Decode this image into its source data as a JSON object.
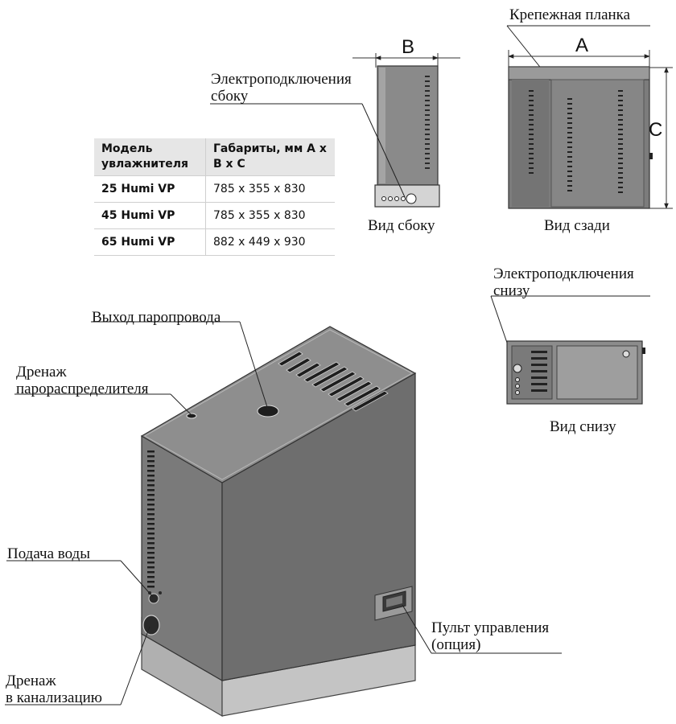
{
  "table": {
    "headers": [
      "Модель увлажнителя",
      "Габариты, мм А х В х С"
    ],
    "rows": [
      {
        "model": "25 Humi VP",
        "dims": "785 х 355 х 830"
      },
      {
        "model": "45 Humi VP",
        "dims": "785 х 355 х 830"
      },
      {
        "model": "65 Humi VP",
        "dims": "882 х 449 х 930"
      }
    ]
  },
  "labels": {
    "dim_a": "A",
    "dim_b": "B",
    "dim_c": "C",
    "mounting_bar": "Крепежная планка",
    "side_connections": "Электроподключения\nсбоку",
    "side_view": "Вид сбоку",
    "rear_view": "Вид сзади",
    "bottom_connections": "Электроподключения\nснизу",
    "bottom_view": "Вид снизу",
    "steam_outlet": "Выход паропровода",
    "distributor_drain": "Дренаж\nпарораспределителя",
    "water_supply": "Подача воды",
    "sewer_drain": "Дренаж\nв канализацию",
    "control_panel": "Пульт управления\n(опция)"
  },
  "colors": {
    "housing_front": "#6e6e6e",
    "housing_top": "#8c8c8c",
    "housing_side": "#7a7a7a",
    "base": "#b8b8b8",
    "table_header": "#e6e6e6"
  }
}
